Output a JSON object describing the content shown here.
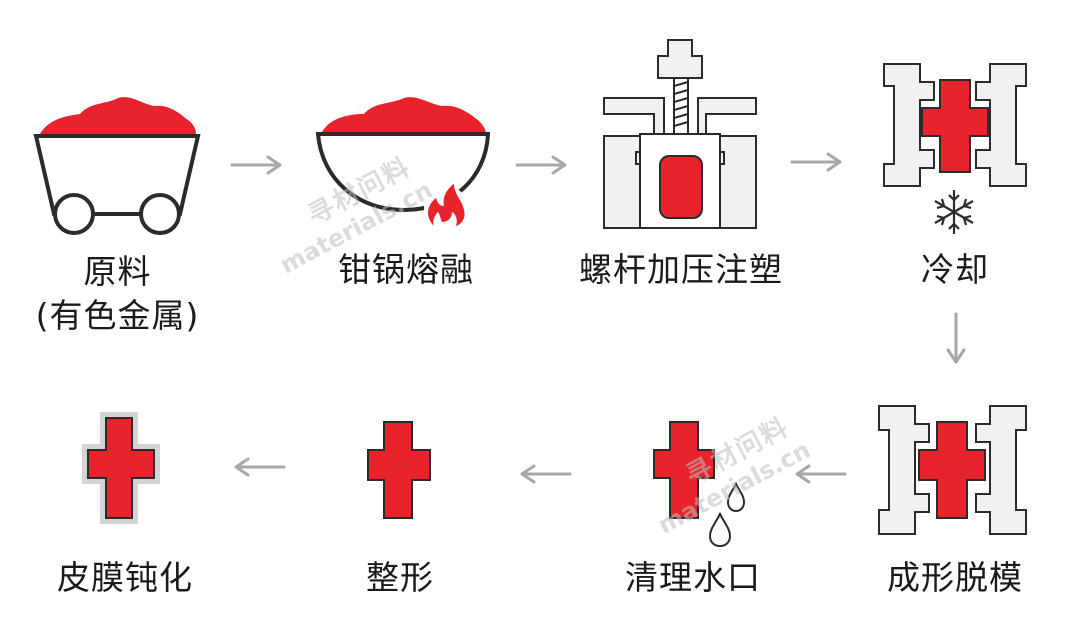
{
  "colors": {
    "accent": "#e8232c",
    "outline": "#2b2b2b",
    "mold_fill": "#f1f1f1",
    "arrow": "#a8a8a8"
  },
  "watermark": {
    "cn": "寻材问料",
    "en": "materials.cn"
  },
  "steps": [
    {
      "id": "raw",
      "icon": "mine-cart-icon",
      "label": "原料",
      "sublabel": "(有色金属)"
    },
    {
      "id": "melt",
      "icon": "crucible-fire-icon",
      "label": "钳锅熔融"
    },
    {
      "id": "inject",
      "icon": "screw-press-icon",
      "label": "螺杆加压注塑"
    },
    {
      "id": "cool",
      "icon": "mold-snowflake-icon",
      "label": "冷却"
    },
    {
      "id": "demold",
      "icon": "open-mold-icon",
      "label": "成形脱模"
    },
    {
      "id": "clean",
      "icon": "part-droplets-icon",
      "label": "清理水口"
    },
    {
      "id": "trim",
      "icon": "cross-part-icon",
      "label": "整形"
    },
    {
      "id": "passivate",
      "icon": "coated-part-icon",
      "label": "皮膜钝化"
    }
  ]
}
